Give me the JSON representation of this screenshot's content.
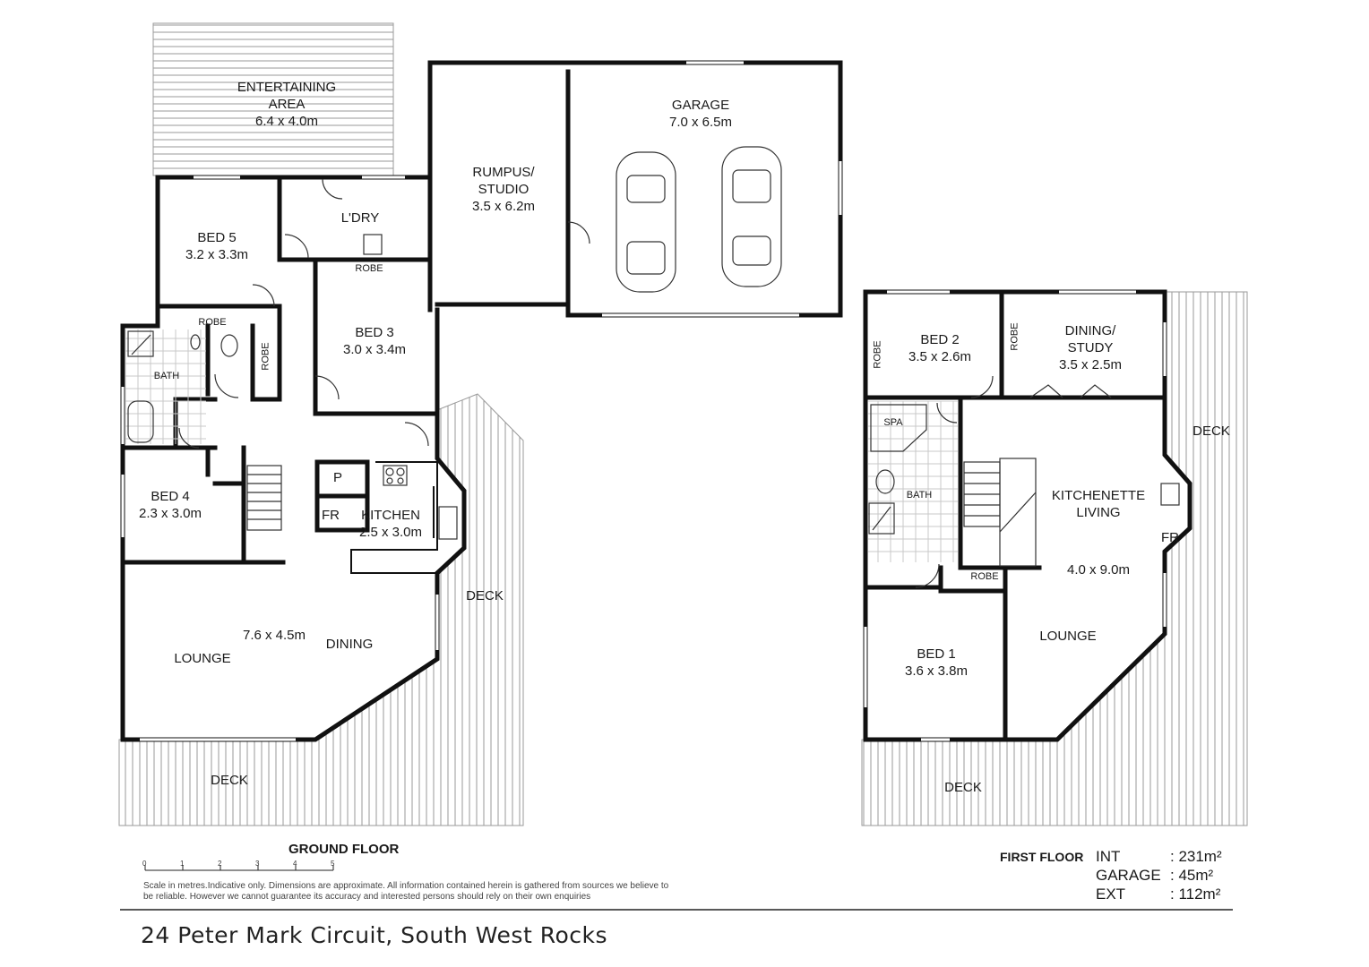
{
  "ground_floor": {
    "heading": "GROUND FLOOR",
    "rooms": [
      {
        "name": "ENTERTAINING\nAREA",
        "size": "6.4 x 4.0m"
      },
      {
        "name": "RUMPUS/\nSTUDIO",
        "size": "3.5 x 6.2m"
      },
      {
        "name": "GARAGE",
        "size": "7.0 x 6.5m"
      },
      {
        "name": "L'DRY",
        "size": ""
      },
      {
        "name": "BED 5",
        "size": "3.2 x 3.3m"
      },
      {
        "name": "BED 3",
        "size": "3.0 x 3.4m"
      },
      {
        "name": "BED 4",
        "size": "2.3 x 3.0m"
      },
      {
        "name": "KITCHEN",
        "size": "2.5 x 3.0m"
      },
      {
        "name": "LOUNGE",
        "size": ""
      },
      {
        "name": "DINING",
        "size": "7.6 x 4.5m"
      },
      {
        "name": "BATH",
        "size": ""
      }
    ],
    "small_labels": [
      "ROBE",
      "ROBE",
      "ROBE",
      "P",
      "FR"
    ],
    "decks": [
      "DECK",
      "DECK"
    ]
  },
  "first_floor": {
    "heading": "FIRST FLOOR",
    "rooms": [
      {
        "name": "BED 2",
        "size": "3.5 x 2.6m"
      },
      {
        "name": "DINING/\nSTUDY",
        "size": "3.5 x 2.5m"
      },
      {
        "name": "KITCHENETTE\nLIVING",
        "size": "4.0 x 9.0m"
      },
      {
        "name": "LOUNGE",
        "size": ""
      },
      {
        "name": "BED 1",
        "size": "3.6 x 3.8m"
      },
      {
        "name": "BATH",
        "size": ""
      }
    ],
    "small_labels": [
      "SPA",
      "ROBE",
      "ROBE",
      "ROBE",
      "FR"
    ],
    "decks": [
      "DECK",
      "DECK"
    ]
  },
  "areas": {
    "int_label": "INT",
    "int_value": ": 231m²",
    "garage_label": "GARAGE",
    "garage_value": ": 45m²",
    "ext_label": "EXT",
    "ext_value": ": 112m²"
  },
  "scale": {
    "ticks": [
      "0",
      "1",
      "2",
      "3",
      "4",
      "5"
    ],
    "disclaimer": "Scale in metres.Indicative only. Dimensions are approximate. All information contained herein is gathered from sources we believe to be reliable. However we cannot guarantee its accuracy and interested persons should rely on their own enquiries"
  },
  "address": "24 Peter Mark Circuit, South West Rocks"
}
